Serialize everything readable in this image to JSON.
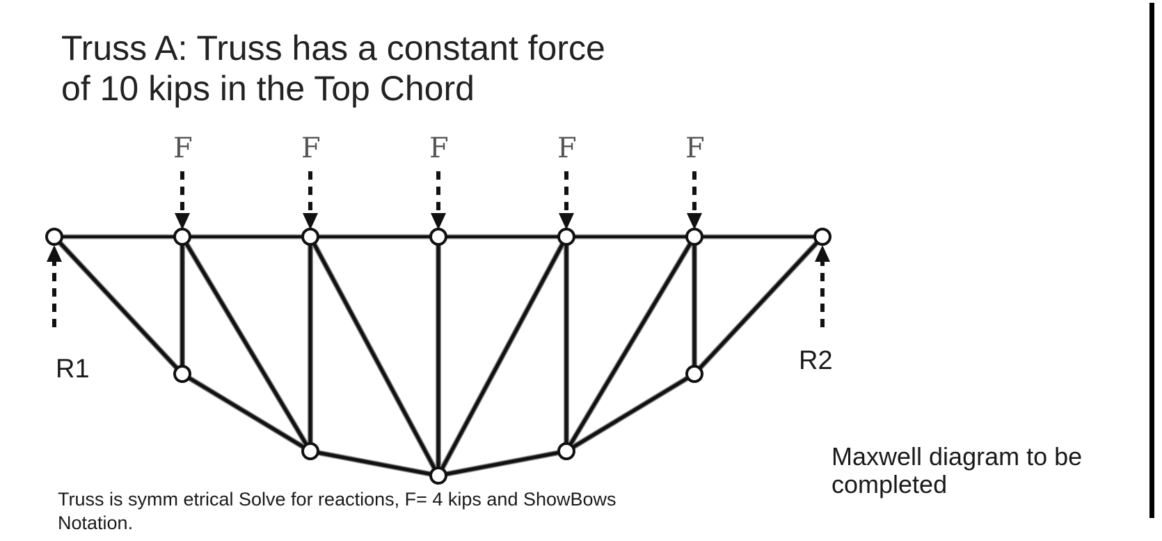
{
  "title": {
    "line1": "Truss A: Truss has a constant force",
    "line2": "of 10 kips in the Top Chord"
  },
  "loads": {
    "label": "F",
    "count": 5,
    "arrow_style": "dashed"
  },
  "reactions": {
    "left": "R1",
    "right": "R2"
  },
  "caption": {
    "line1": "Truss is symm etrical Solve for reactions, F= 4 kips and ShowBows",
    "line2": "Notation."
  },
  "maxwell_note": {
    "line1": "Maxwell diagram to be",
    "line2": "completed"
  },
  "colors": {
    "member": "#111111",
    "member_outline": "#8a8a8a",
    "joint_fill": "#ffffff",
    "arrow": "#111111"
  }
}
